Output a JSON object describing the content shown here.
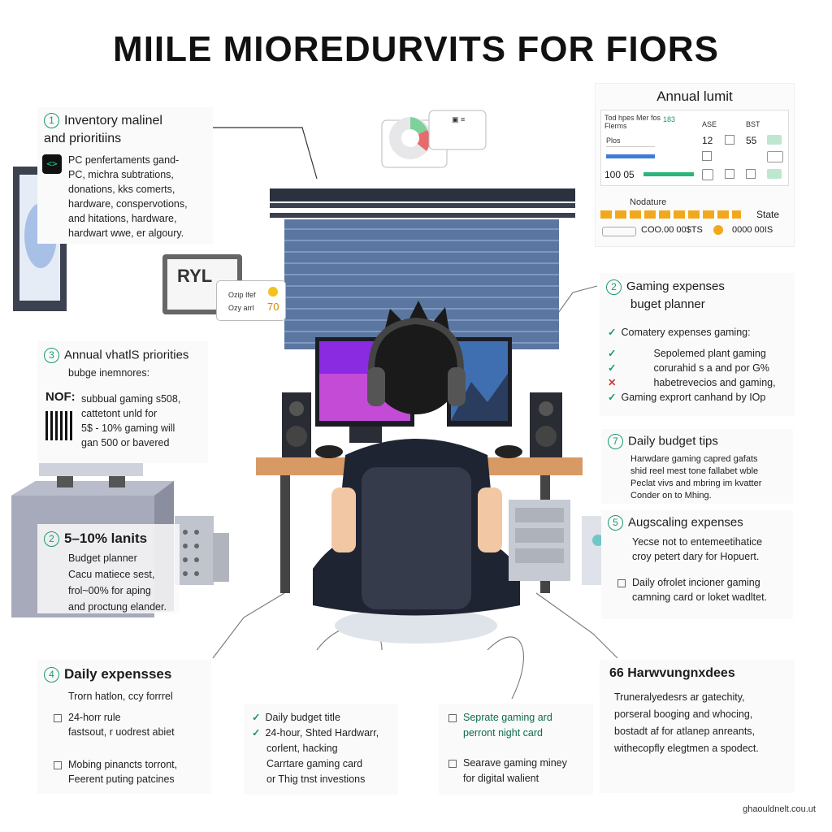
{
  "title": "MIILE MIOREDURVITS FOR FIORS",
  "watermark": "ghaouldnelt.cou.ut",
  "colors": {
    "accent": "#1a9a6c",
    "warning": "#f2a81d",
    "alert": "#d13c3c",
    "dark": "#1f2433",
    "blind": "#58739a"
  },
  "section1": {
    "num": "1",
    "title_lines": [
      "Inventory malinel",
      "and prioritiins"
    ],
    "icon": "code-icon",
    "body_lines": [
      "PC penfertaments gand-",
      "PC, michra subtrations,",
      "donations, kks comerts,",
      "hardware, conspervotions,",
      "and hitations, hardware,",
      "hardwart wwe, er algoury."
    ]
  },
  "section3": {
    "num": "3",
    "title": "Annual vhatlS priorities",
    "subtitle": "bubge inemnores:",
    "label": "NOF:",
    "body_lines": [
      "subbual gaming s508,",
      "cattetont unld for",
      "5$ - 10% gaming will",
      "gan 500 or bavered"
    ]
  },
  "section2left": {
    "num": "2",
    "title": "5–10% lanits",
    "body_lines": [
      "Budget planner",
      "Cacu matiece sest,",
      "frol~00% for aping",
      "and proctung elander."
    ]
  },
  "section4": {
    "num": "4",
    "title": "Daily expensses",
    "intro": "Trorn hatlon, ccy forrrel",
    "items": [
      {
        "lines": [
          "24-horr rule",
          "fastsout, r uodrest abiet"
        ]
      },
      {
        "lines": [
          "Mobing pinancts torront,",
          "Feerent puting patcines"
        ]
      }
    ]
  },
  "middle_list": {
    "items": [
      {
        "mark": "check",
        "text": "Daily budget title"
      },
      {
        "mark": "check",
        "text": "24-hour, Shted Hardwarr,"
      },
      {
        "mark": "none",
        "text": "corlent, hacking"
      },
      {
        "mark": "none",
        "text": "Carrtare gaming card"
      },
      {
        "mark": "none",
        "text": "or Thig tnst investions"
      }
    ]
  },
  "right_mid_list": {
    "items": [
      {
        "lines": [
          "Seprate gaming ard",
          "perront night card"
        ]
      },
      {
        "lines": [
          "Searave gaming miney",
          "for digital walient"
        ]
      }
    ]
  },
  "annual": {
    "title": "Annual lumit",
    "table_header": [
      "Tod hpes Mer fos Flerms",
      "183",
      "ASE",
      "BST"
    ],
    "rows": [
      {
        "label": "Plos",
        "value": "12",
        "col3": "55"
      },
      {
        "label": "",
        "value": "",
        "col3": ""
      },
      {
        "label": "100 05",
        "value": "",
        "col3": ""
      }
    ],
    "nature_label": "Nodature",
    "state_label": "State",
    "progress": 0.95,
    "footer_left": "COO.00 00$TS",
    "footer_right": "0000 00IS"
  },
  "section2right": {
    "num": "2",
    "title_lines": [
      "Gaming expenses",
      "buget planner"
    ],
    "items": [
      {
        "mark": "check",
        "text": "Comatery expenses gaming:"
      },
      {
        "mark": "check",
        "text": "Sepolemed plant gaming"
      },
      {
        "mark": "check",
        "text": "corurahid s a and por G%"
      },
      {
        "mark": "x",
        "text": "habetrevecios and gaming,"
      },
      {
        "mark": "check",
        "text": "Gaming exprort canhand by IOp"
      }
    ]
  },
  "section7": {
    "num": "7",
    "title": "Daily budget tips",
    "body_lines": [
      "Harwdare gaming capred gafats",
      "shid reel mest tone fallabet wble",
      "Peclat vivs and mbring im kvatter",
      "Conder on to Mhing."
    ]
  },
  "section5": {
    "num": "5",
    "title": "Augscaling expenses",
    "body_lines": [
      "Yecse not to entemeetihatice",
      "croy petert dary for Hopuert."
    ],
    "item_lines": [
      "Daily ofrolet incioner gaming",
      "camning card or loket wadltet."
    ]
  },
  "section66": {
    "title": "66 Harwvungnxdees",
    "body_lines": [
      "Truneralyedesrs ar gatechity,",
      "porseral booging and whocing,",
      "bostadt af for atlanep anreants,",
      "withecopfly elegtmen a spodect."
    ]
  },
  "monitor_card": {
    "label": "RYL",
    "line1": "Ozip Ifef",
    "line2": "Ozy arrl",
    "value": "70"
  }
}
